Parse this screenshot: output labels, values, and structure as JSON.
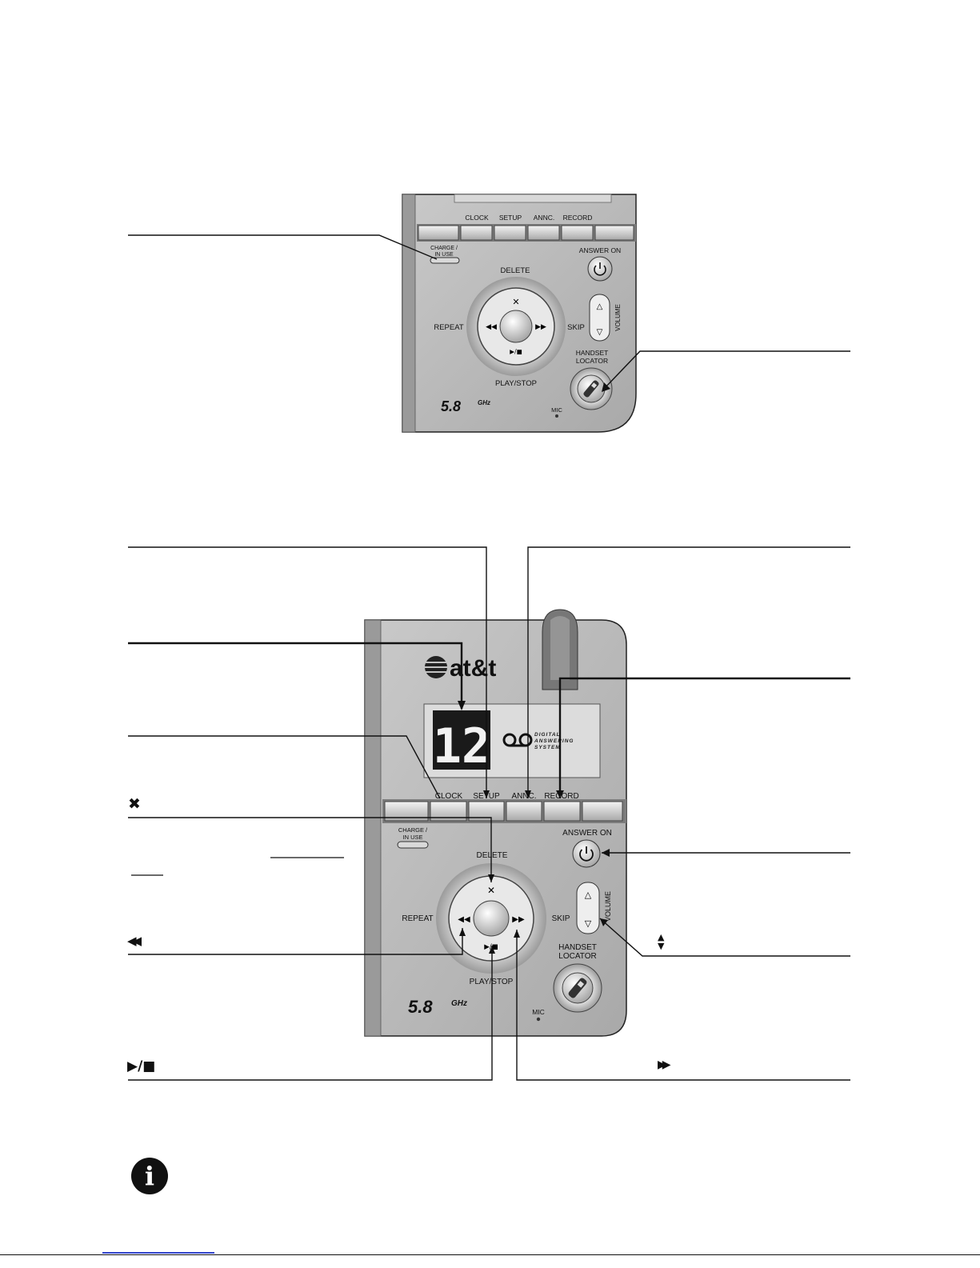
{
  "top_panel": {
    "buttons": {
      "clock": "CLOCK",
      "setup": "SETUP",
      "annc": "ANNC.",
      "record": "RECORD"
    },
    "charge_label_line1": "CHARGE /",
    "charge_label_line2": "IN USE",
    "answer_on": "ANSWER ON",
    "delete": "DELETE",
    "repeat": "REPEAT",
    "skip": "SKIP",
    "play_stop": "PLAY/STOP",
    "volume": "VOLUME",
    "handset_line1": "HANDSET",
    "handset_line2": "LOCATOR",
    "freq": "5.8",
    "freq_unit": "GHz",
    "mic": "MIC"
  },
  "bottom_panel": {
    "brand": "at&t",
    "display_number": "12",
    "das_line1": "DIGITAL",
    "das_line2": "ANSWERING",
    "das_line3": "SYSTEM",
    "buttons": {
      "clock": "CLOCK",
      "setup": "SETUP",
      "annc": "ANNC.",
      "record": "RECORD"
    },
    "charge_label_line1": "CHARGE /",
    "charge_label_line2": "IN USE",
    "answer_on": "ANSWER ON",
    "delete": "DELETE",
    "repeat": "REPEAT",
    "skip": "SKIP",
    "play_stop": "PLAY/STOP",
    "volume": "VOLUME",
    "handset_line1": "HANDSET",
    "handset_line2": "LOCATOR",
    "freq": "5.8",
    "freq_unit": "GHz",
    "mic": "MIC"
  },
  "icons": {
    "delete_symbol": "delete-x-icon",
    "rewind_symbol": "rewind-icon",
    "play_stop_symbol": "play-stop-icon",
    "forward_symbol": "fast-forward-icon",
    "volume_symbol": "up-down-icon",
    "info_symbol": "info-icon"
  },
  "colors": {
    "panel": "#b9b9b9",
    "panel_dark": "#8f8f8f",
    "lcd_bg": "#dcdcdc",
    "digit_bg": "#1a1a1a"
  }
}
